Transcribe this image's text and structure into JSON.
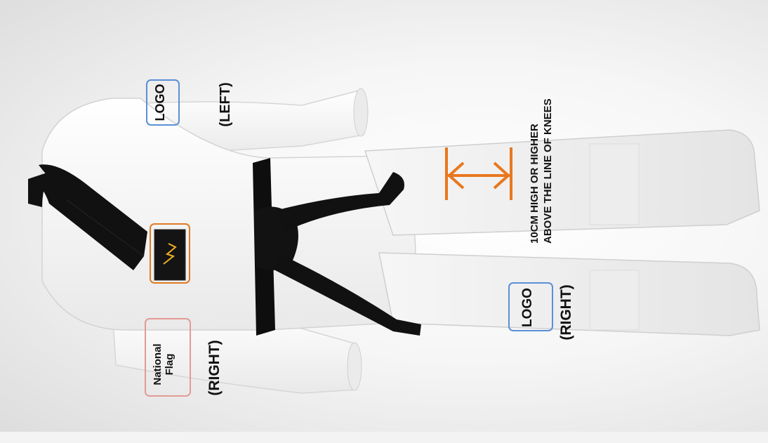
{
  "labels": {
    "logo_left": "LOGO",
    "logo_left_side": "(LEFT)",
    "flag_line1": "National",
    "flag_line2": "Flag",
    "flag_side": "(RIGHT)",
    "logo_right": "LOGO",
    "logo_right_side": "(RIGHT)",
    "measurement_line1": "10CM HIGH OR HIGHER",
    "measurement_line2": "ABOVE  THE LINE OF KNEES"
  },
  "colors": {
    "logo_box": "#5b8fd6",
    "patch_box": "#e07b23",
    "flag_box": "#e39a95",
    "measure_arrow": "#e8781e",
    "uniform": "#f7f7f7",
    "collar": "#111111"
  }
}
